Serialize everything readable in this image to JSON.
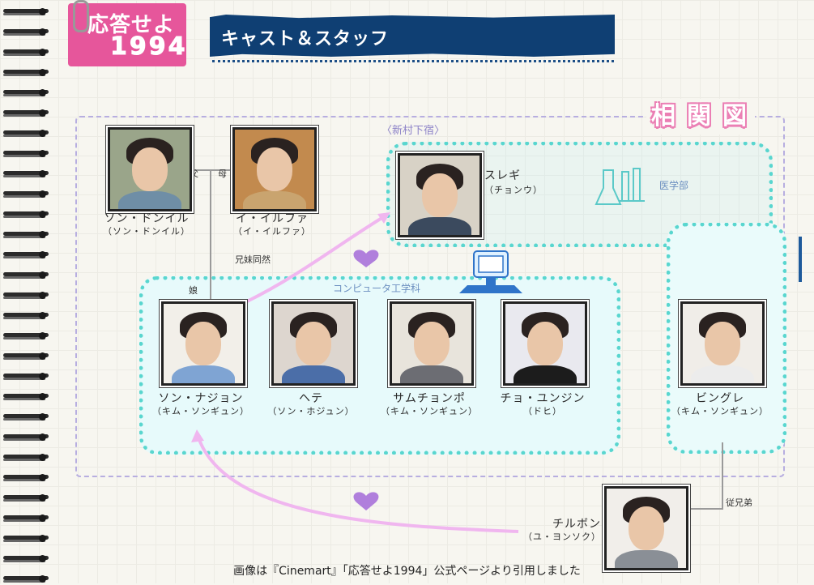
{
  "logo": {
    "line1": "応答せよ",
    "line2": "1994"
  },
  "header": {
    "title": "キャスト＆スタッフ"
  },
  "diagram": {
    "section_title_chars": [
      "相",
      "関",
      "図"
    ],
    "groups": {
      "boarding_house": "〈新村下宿〉",
      "medical": "医学部",
      "computer": "コンピュータ工学科"
    },
    "relations": {
      "father": "父",
      "mother": "母",
      "sibling_like": "兄妹同然",
      "daughter": "娘",
      "cousin": "従兄弟"
    },
    "people": [
      {
        "name": "ソン・ドンイル",
        "actor": "（ソン・ドンイル）",
        "body_color": "#6f8ea6",
        "bg_color": "#9aa58a"
      },
      {
        "name": "イ・イルファ",
        "actor": "（イ・イルファ）",
        "body_color": "#c9a46f",
        "bg_color": "#c28a4e"
      },
      {
        "name": "スレギ",
        "actor": "（チョンウ）",
        "body_color": "#3b4a5e",
        "bg_color": "#d8d2c6"
      },
      {
        "name": "ソン・ナジョン",
        "actor": "（キム・ソンギュン）",
        "body_color": "#7fa4d3",
        "bg_color": "#f2efe9"
      },
      {
        "name": "ヘテ",
        "actor": "（ソン・ホジュン）",
        "body_color": "#4b6ea8",
        "bg_color": "#ddd6cf"
      },
      {
        "name": "サムチョンポ",
        "actor": "（キム・ソンギュン）",
        "body_color": "#6c6d73",
        "bg_color": "#e8e4dc"
      },
      {
        "name": "チョ・ユンジン",
        "actor": "（ドヒ）",
        "body_color": "#1c1c1c",
        "bg_color": "#e9e9ef"
      },
      {
        "name": "ビングレ",
        "actor": "（キム・ソンギュン）",
        "body_color": "#ececec",
        "bg_color": "#f0ede8"
      },
      {
        "name": "チルボン",
        "actor": "（ユ・ヨンソク）",
        "body_color": "#8a8f96",
        "bg_color": "#f1eeea"
      }
    ]
  },
  "footer": {
    "credit": "画像は『Cinemart』「応答せよ1994」公式ページより引用しました"
  },
  "colors": {
    "accent_pink": "#e6569b",
    "title_navy": "#0f3f73",
    "dot_teal": "#59d6cf",
    "arrow_pink": "#f0b6ef"
  },
  "icons": [
    "spiral-binding",
    "heart-icon",
    "computer-icon",
    "flask-icon"
  ]
}
